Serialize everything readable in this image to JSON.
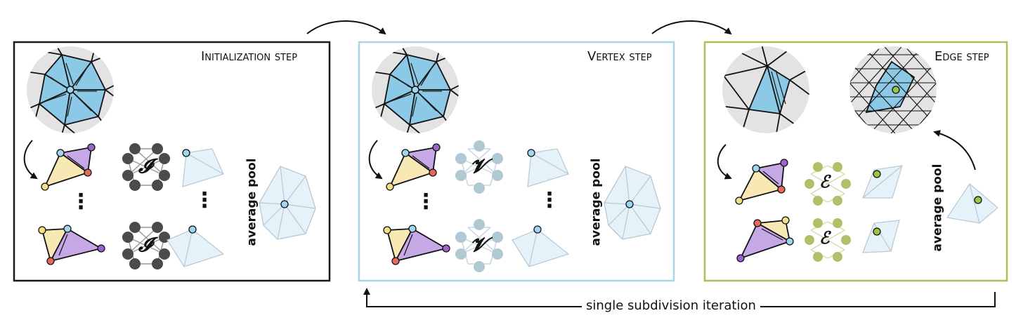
{
  "panels": {
    "initialization": {
      "title": "Initialization step",
      "network_symbol": "𝓘",
      "border_color": "#1a1a1a",
      "node_color": "#4a4a4a"
    },
    "vertex": {
      "title": "Vertex step",
      "network_symbol": "𝓥",
      "border_color": "#a9d5e6",
      "node_color": "#aec9d3"
    },
    "edge": {
      "title": "Edge step",
      "network_symbol": "ℰ",
      "border_color": "#a8c15a",
      "node_color": "#b3c06a"
    }
  },
  "pool_label": "average pool",
  "ellipsis": "⋮",
  "footer": {
    "label": "single subdivision iteration"
  },
  "colors": {
    "face_blue": "#8cc9e6",
    "disc_gray": "#e3e3e3",
    "tri_yellow": "#f8e8b4",
    "tri_purple": "#c7a8e6",
    "vertex_blue": "#9ed6ee",
    "vertex_red": "#e26a5a",
    "vertex_purple": "#9b62c9",
    "vertex_yellow": "#f3df86",
    "vertex_green": "#9bc44a",
    "fan_fill": "#e6f2fa"
  }
}
